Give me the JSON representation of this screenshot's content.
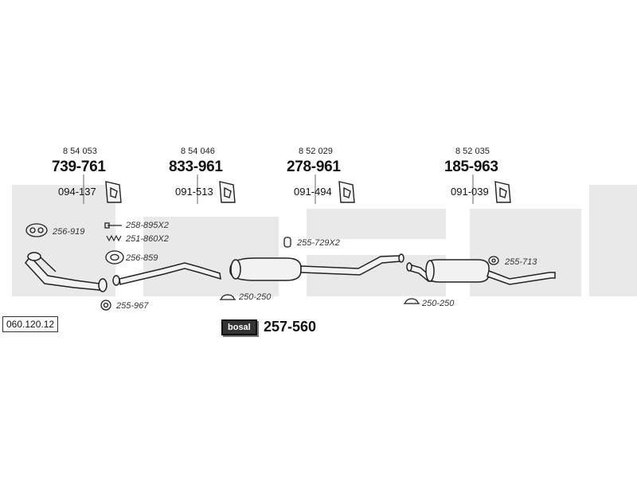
{
  "catalog_number": "060.120.12",
  "brand": "bosal",
  "kit_number": "257-560",
  "sections": [
    {
      "oem": "8 54 053",
      "number": "739-761",
      "bracket": "094-137"
    },
    {
      "oem": "8 54 046",
      "number": "833-961",
      "bracket": "091-513"
    },
    {
      "oem": "8 52 029",
      "number": "278-961",
      "bracket": "091-494"
    },
    {
      "oem": "8 52 035",
      "number": "185-963",
      "bracket": "091-039"
    }
  ],
  "parts": {
    "gasket_front": "256-919",
    "stud": "258-895X2",
    "spring": "251-860X2",
    "ring_gasket": "256-859",
    "mount_front": "255-967",
    "rubber_mid": "255-729X2",
    "clamp_1": "250-250",
    "clamp_2": "250-250",
    "rubber_rear": "255-713"
  },
  "colors": {
    "watermark": "#e9e9e9",
    "pipe_fill": "#f2f2f2",
    "outline": "#222222"
  }
}
